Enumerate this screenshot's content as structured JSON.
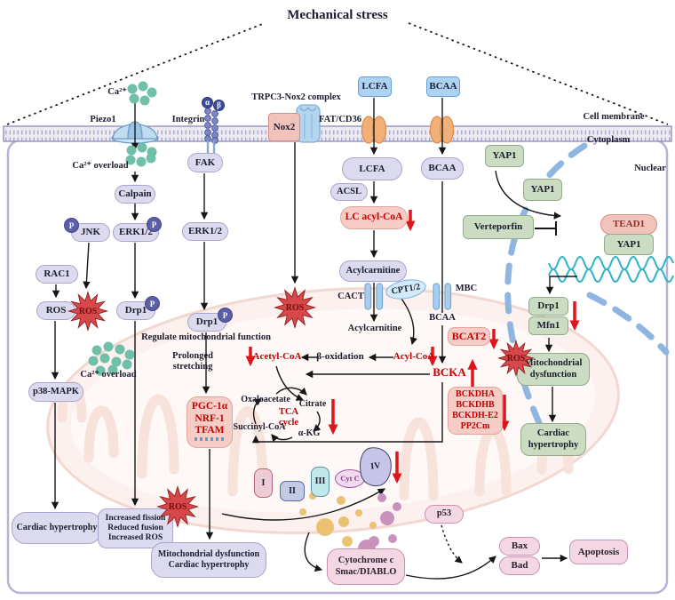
{
  "title": "Mechanical stress",
  "labels": {
    "cell_membrane": "Cell membrane",
    "cytoplasm": "Cytoplasm",
    "nuclear": "Nuclear",
    "ca": "Ca²⁺",
    "ca_overload": "Ca²⁺ overload",
    "piezo1": "Piezo1",
    "integrin": "Integrin",
    "alpha": "α",
    "beta": "β",
    "trpc3_complex": "TRPC3-Nox2 complex",
    "nox2": "Nox2",
    "fat_cd36": "FAT/CD36",
    "ros": "ROS",
    "p": "P"
  },
  "nodes": {
    "lcfa": "LCFA",
    "bcaa": "BCAA",
    "fak": "FAK",
    "calpain": "Calpain",
    "jnk": "JNK",
    "erk12": "ERK1/2",
    "rac1": "RAC1",
    "ros": "ROS",
    "drp1": "Drp1",
    "p38_mapk": "p38-MAPK",
    "cardiac_hypertrophy": "Cardiac hypertrophy",
    "fission": "Increased fission\nReduced fusion\nIncreased ROS",
    "regulate": "Regulate mitochondrial function",
    "prolonged": "Prolonged\nstretching",
    "pgc": "PGC-1α\nNRF-1\nTFAM",
    "mito_dys_cardiac": "Mitochondrial dysfunction\nCardiac hypertrophy",
    "acsl": "ACSL",
    "lc_acyl_coa": "LC acyl-CoA",
    "acylcarnitine": "Acylcarnitine",
    "cact": "CACT",
    "cpt12": "CPT1/2",
    "mbc": "MBC",
    "acetyl_coa": "Acetyl-CoA",
    "beta_oxidation": "β-oxidation",
    "acyl_coa": "Acyl-CoA",
    "oxaloacetate": "Oxaloacetate",
    "citrate": "Citrate",
    "tca": "TCA\ncycle",
    "succinyl_coa": "Succinyl-CoA",
    "akg": "α-KG",
    "bcat2": "BCAT2",
    "bcka": "BCKA",
    "bckdh": "BCKDHA\nBCKDHB\nBCKDH-E2\nPP2Cm",
    "yap1": "YAP1",
    "verteporfin": "Verteporfin",
    "tead1": "TEAD1",
    "mfn1": "Mfn1",
    "mito_dysfunction": "Mitochondrial\ndysfunction",
    "cardiac_hypertrophy2": "Cardiac\nhypertrophy",
    "c1": "I",
    "c2": "II",
    "c3": "III",
    "cytc": "Cyt C",
    "c4": "IV",
    "cyto_smac": "Cytochrome c\nSmac/DIABLO",
    "p53": "p53",
    "bax": "Bax",
    "bad": "Bad",
    "apoptosis": "Apoptosis"
  },
  "colors": {
    "lavender_box": "#dcdaee",
    "blue_box": "#aed3f2",
    "pink_box": "#f6ccc6",
    "red_text": "#c40000",
    "green_box": "#cadcc2",
    "rose_box": "#f3d8e4",
    "orange_transporter": "#f2b079",
    "teal_ion": "#6fbfa9",
    "red_arrow": "#e0141c",
    "ros_star": "#d8474a",
    "nuclear_dash": "#8fb6e0",
    "dna_teal": "#2fb3c9"
  }
}
